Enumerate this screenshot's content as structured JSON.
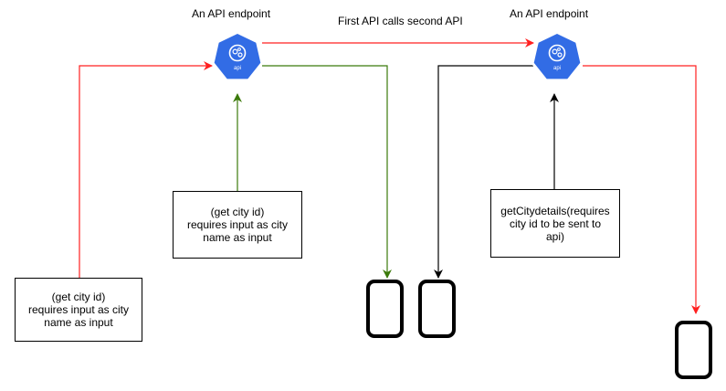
{
  "colors": {
    "red": "#ff2020",
    "green": "#3b7a0a",
    "black": "#000000",
    "api_blue": "#326ce5"
  },
  "labels": {
    "api1_title": "An API endpoint",
    "api2_title": "An API endpoint",
    "connection_label": "First API calls second API",
    "api_icon_text": "api"
  },
  "boxes": {
    "request_left": "(get city id)\nrequires input as city\nname as input",
    "request_middle": "(get city id)\nrequires input as city\nname as input",
    "request_right": "getCitydetails(requires\ncity id to be sent to\napi)"
  },
  "icons": [
    "api-icon",
    "phone-icon"
  ]
}
